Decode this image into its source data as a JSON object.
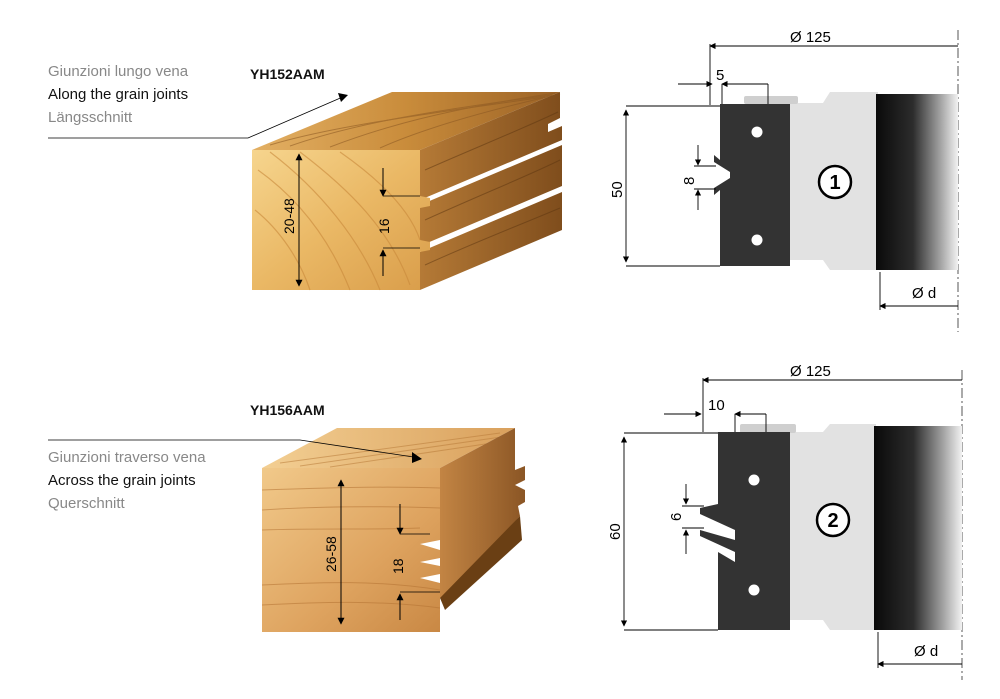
{
  "top": {
    "code": "YH152AAM",
    "label_it": "Giunzioni lungo vena",
    "label_en": "Along the grain joints",
    "label_de": "Längsschnitt",
    "dim_height": "20-48",
    "dim_offset": "16",
    "tool": {
      "diameter": "Ø 125",
      "width": "5",
      "height": "50",
      "tooth": "8",
      "bore": "Ø d",
      "number": "1"
    }
  },
  "bottom": {
    "code": "YH156AAM",
    "label_it": "Giunzioni traverso vena",
    "label_en": "Across the grain joints",
    "label_de": "Querschnitt",
    "dim_height": "26-58",
    "dim_offset": "18",
    "tool": {
      "diameter": "Ø 125",
      "width": "10",
      "height": "60",
      "tooth": "6",
      "bore": "Ø d",
      "number": "2"
    }
  },
  "colors": {
    "wood_light": "#f3cb7e",
    "wood_mid": "#d9a251",
    "wood_dark": "#a26a2a",
    "steel": "#333333",
    "aluminium": "#e2e2e2",
    "sleeve_dark": "#0d0d0d"
  }
}
